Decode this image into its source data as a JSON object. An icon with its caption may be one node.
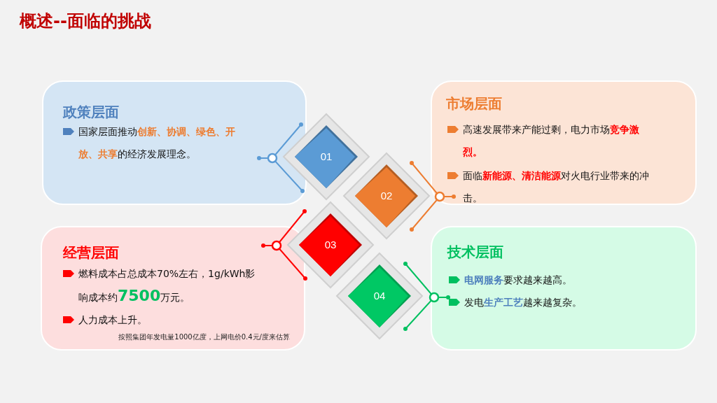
{
  "diagram": {
    "title": "概述--面临的挑战",
    "nodes": [
      {
        "text": [
          "政策层面",
          "国家层面推动**创新、协调、绿色、开放、共享**的经济发展理念。"
        ]
      },
      {
        "text": [
          "市场层面",
          "高速发展带来产能过剩，电力市场**竞争激烈。**",
          "面临**新能源、清洁能源**对火电行业带来的冲击。"
        ]
      },
      {
        "text": [
          "经营层面",
          "燃料成本占总成本70%左右，1g/kWh影响成本约**7500**万元。",
          "人力成本上升。",
          "按照集团年发电量1000亿度，上网电价0.4元/度来估算"
        ]
      },
      {
        "text": [
          "技术层面",
          "**电网服务**要求越来越高。",
          "发电**生产工艺**越来越复杂。"
        ]
      },
      {
        "text": [
          "01"
        ]
      },
      {
        "text": [
          "02"
        ]
      },
      {
        "text": [
          "03"
        ]
      },
      {
        "text": [
          "04"
        ]
      }
    ]
  }
}
